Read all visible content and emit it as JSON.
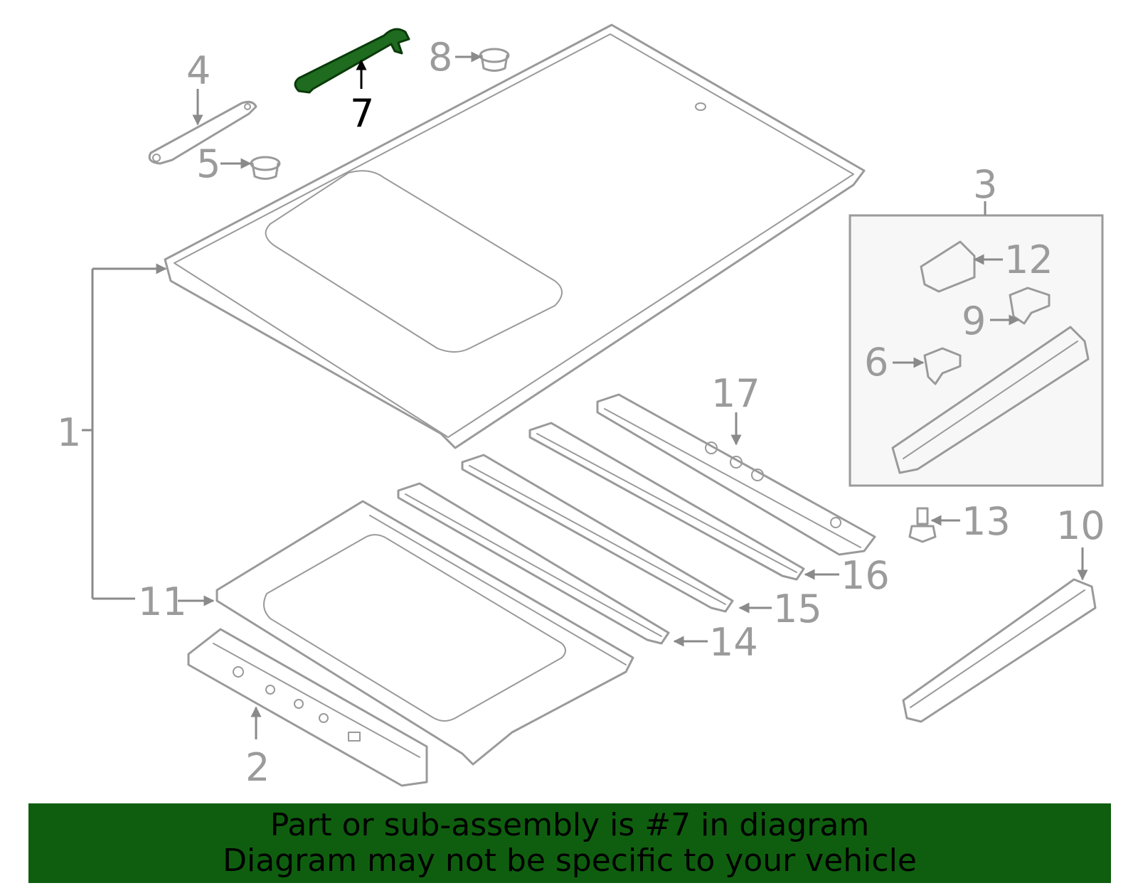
{
  "diagram": {
    "highlighted_part": "7",
    "highlight_color": "#1f6b1f",
    "line_color": "#9a9a9a",
    "callouts": [
      {
        "id": "1",
        "label": "1"
      },
      {
        "id": "2",
        "label": "2"
      },
      {
        "id": "3",
        "label": "3"
      },
      {
        "id": "4",
        "label": "4"
      },
      {
        "id": "5",
        "label": "5"
      },
      {
        "id": "6",
        "label": "6"
      },
      {
        "id": "7",
        "label": "7"
      },
      {
        "id": "8",
        "label": "8"
      },
      {
        "id": "9",
        "label": "9"
      },
      {
        "id": "10",
        "label": "10"
      },
      {
        "id": "11",
        "label": "11"
      },
      {
        "id": "12",
        "label": "12"
      },
      {
        "id": "13",
        "label": "13"
      },
      {
        "id": "14",
        "label": "14"
      },
      {
        "id": "15",
        "label": "15"
      },
      {
        "id": "16",
        "label": "16"
      },
      {
        "id": "17",
        "label": "17"
      }
    ]
  },
  "banner": {
    "line1": "Part or sub-assembly is #7 in diagram",
    "line2": "Diagram may not be specific to your vehicle",
    "background": "#0f5e0f"
  }
}
